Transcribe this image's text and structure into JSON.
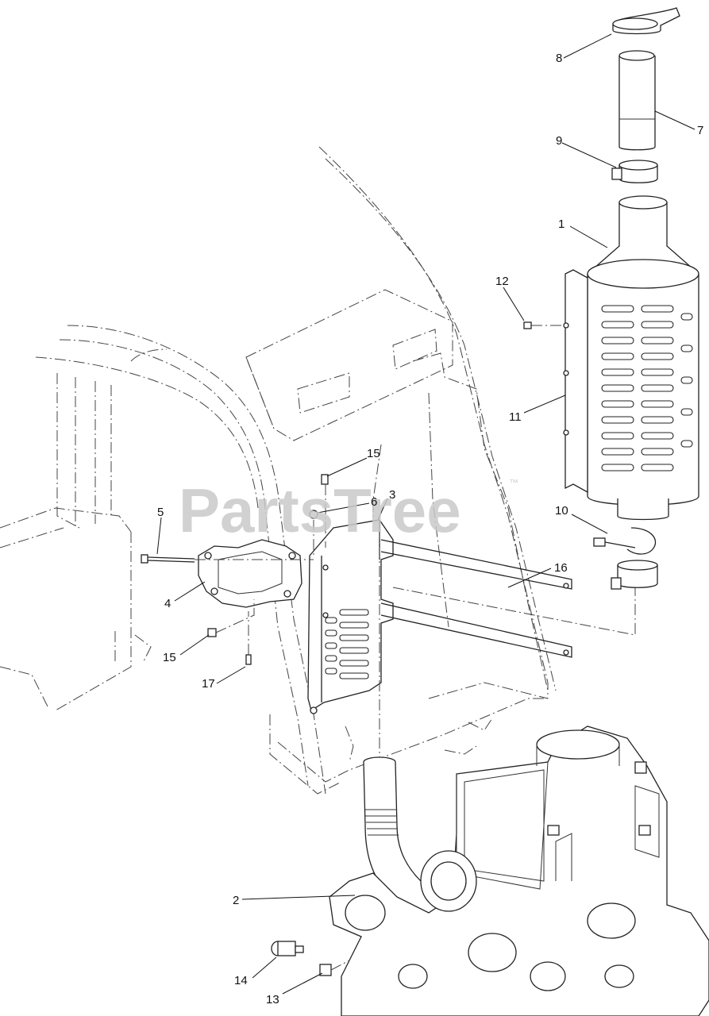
{
  "watermark": {
    "text": "PartsTree",
    "tm": "™"
  },
  "callouts": [
    {
      "id": "1",
      "label": "1"
    },
    {
      "id": "2",
      "label": "2"
    },
    {
      "id": "3",
      "label": "3"
    },
    {
      "id": "4",
      "label": "4"
    },
    {
      "id": "5",
      "label": "5"
    },
    {
      "id": "6",
      "label": "6"
    },
    {
      "id": "7",
      "label": "7"
    },
    {
      "id": "8",
      "label": "8"
    },
    {
      "id": "9",
      "label": "9"
    },
    {
      "id": "10",
      "label": "10"
    },
    {
      "id": "11",
      "label": "11"
    },
    {
      "id": "12",
      "label": "12"
    },
    {
      "id": "13",
      "label": "13"
    },
    {
      "id": "14",
      "label": "14"
    },
    {
      "id": "15a",
      "label": "15"
    },
    {
      "id": "15b",
      "label": "15"
    },
    {
      "id": "16",
      "label": "16"
    },
    {
      "id": "17",
      "label": "17"
    }
  ]
}
